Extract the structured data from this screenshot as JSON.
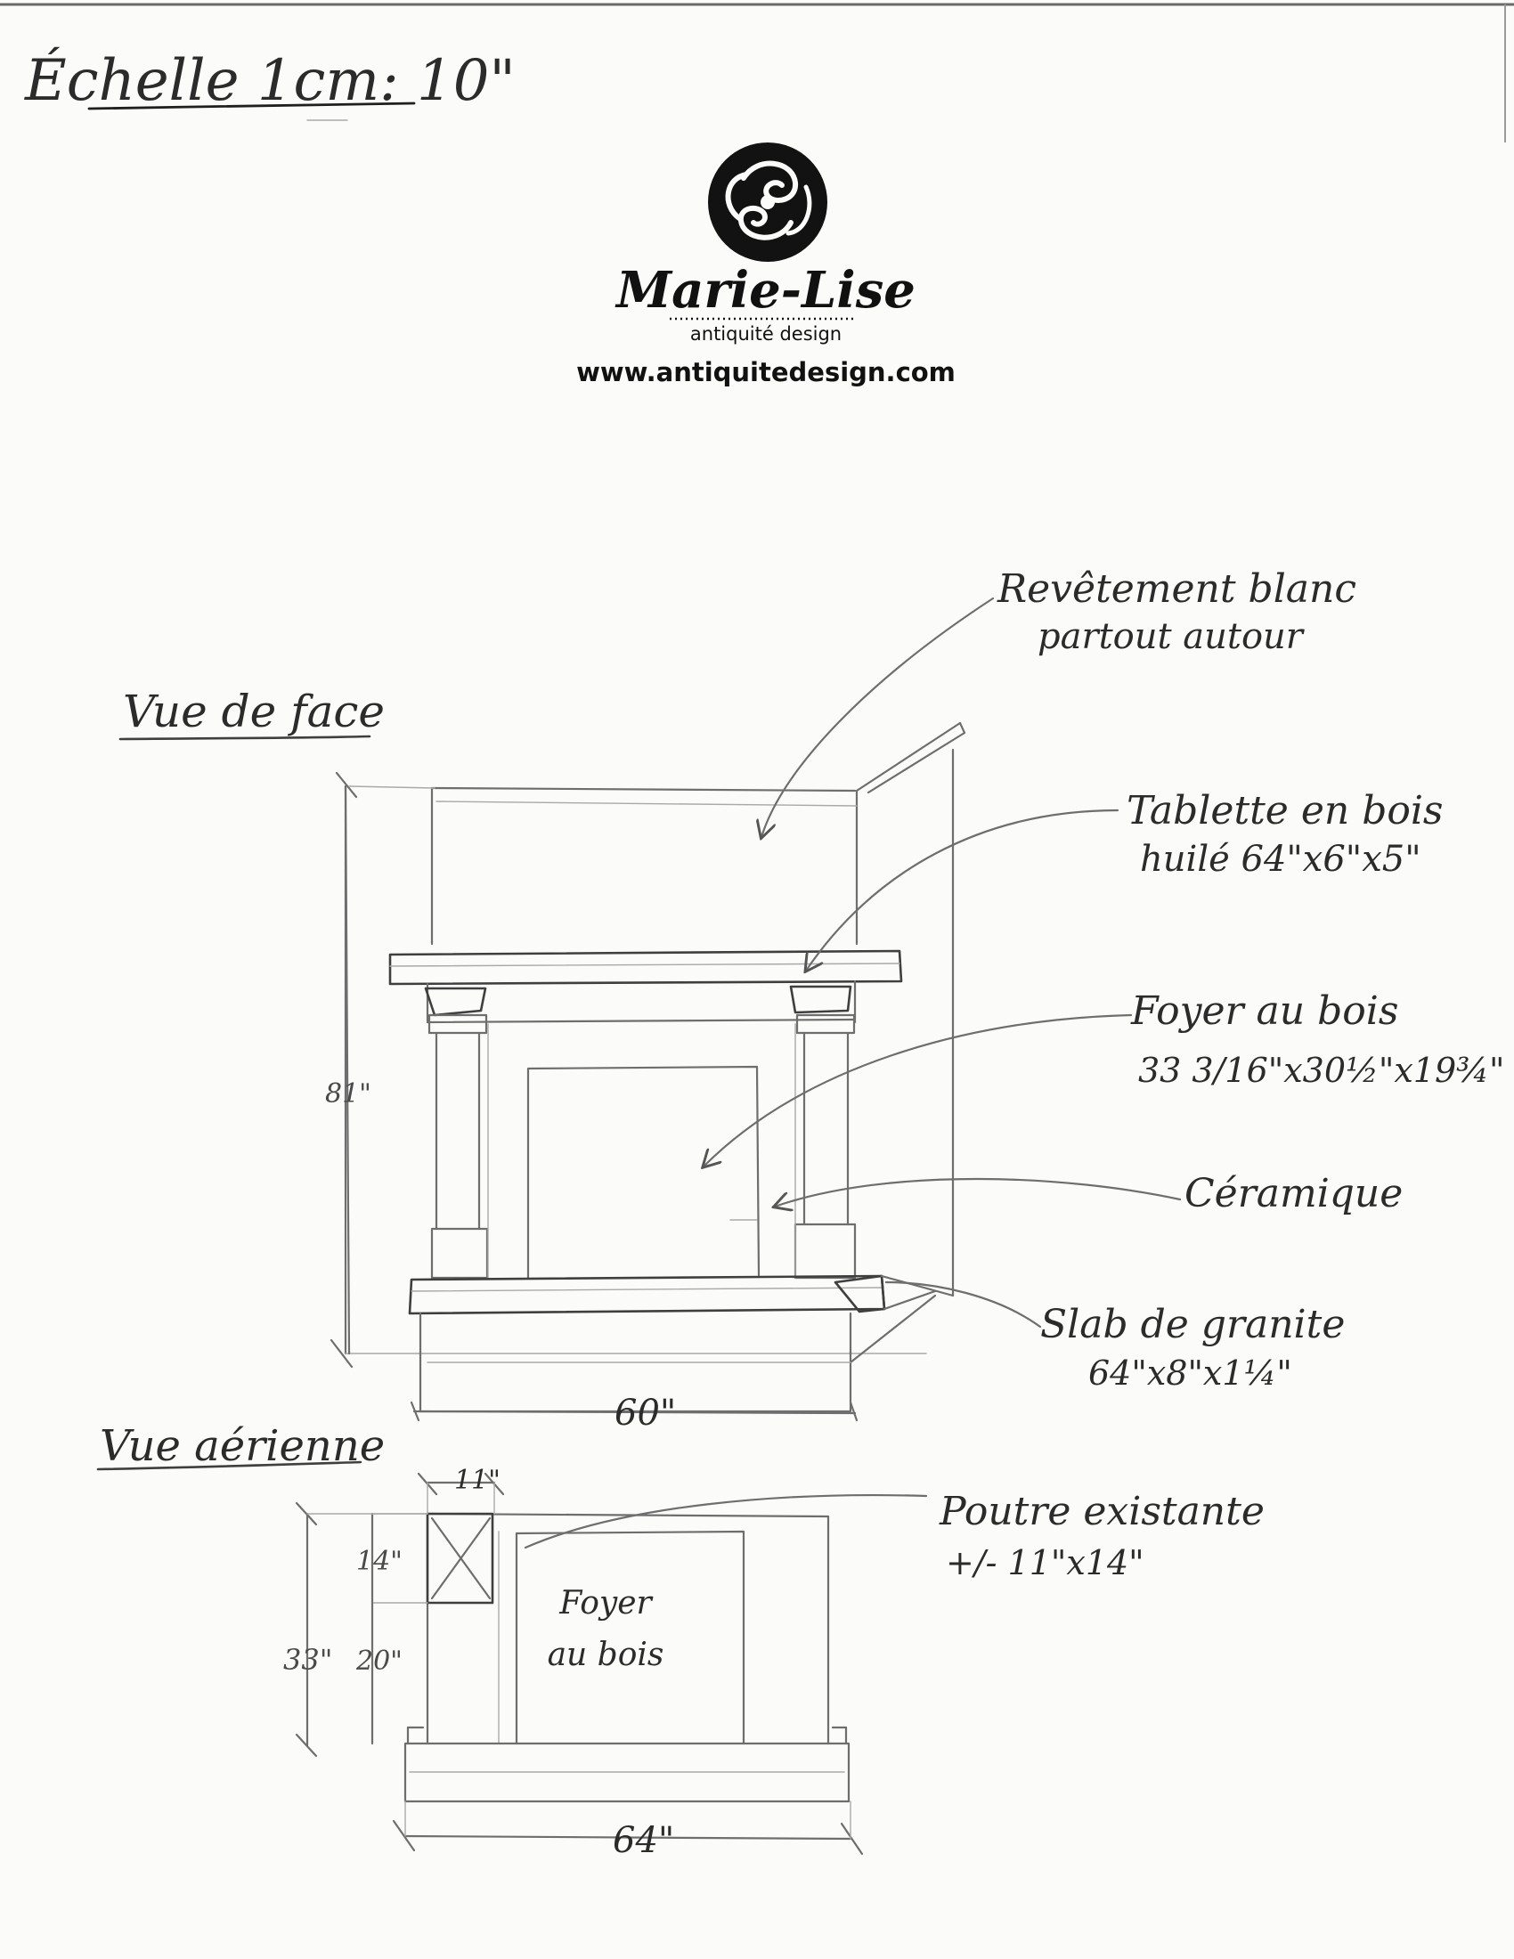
{
  "scale_note": "Échelle 1cm: 10\"",
  "logo": {
    "brand_name": "Marie-Lise",
    "subtitle": "antiquité design",
    "website": "www.antiquitedesign.com",
    "icon": "swirl-emblem-icon"
  },
  "front_view": {
    "title": "Vue de face",
    "dimensions": {
      "height": "81\"",
      "width": "60\""
    },
    "callouts": {
      "revetement_line1": "Revêtement blanc",
      "revetement_line2": "partout autour",
      "tablette_line1": "Tablette en bois",
      "tablette_line2": "huilé 64\"x6\"x5\"",
      "foyer_line1": "Foyer au bois",
      "foyer_line2": "33 3/16\"x30½\"x19¾\"",
      "ceramique": "Céramique",
      "slab_line1": "Slab de granite",
      "slab_line2": "64\"x8\"x1¼\""
    }
  },
  "aerial_view": {
    "title": "Vue aérienne",
    "dimensions": {
      "beam_width": "11\"",
      "beam_depth": "14\"",
      "total_depth": "33\"",
      "foyer_depth": "20\"",
      "total_width": "64\""
    },
    "foyer_label_line1": "Foyer",
    "foyer_label_line2": "au bois",
    "callout_line1": "Poutre existante",
    "callout_line2": "+/- 11\"x14\""
  }
}
